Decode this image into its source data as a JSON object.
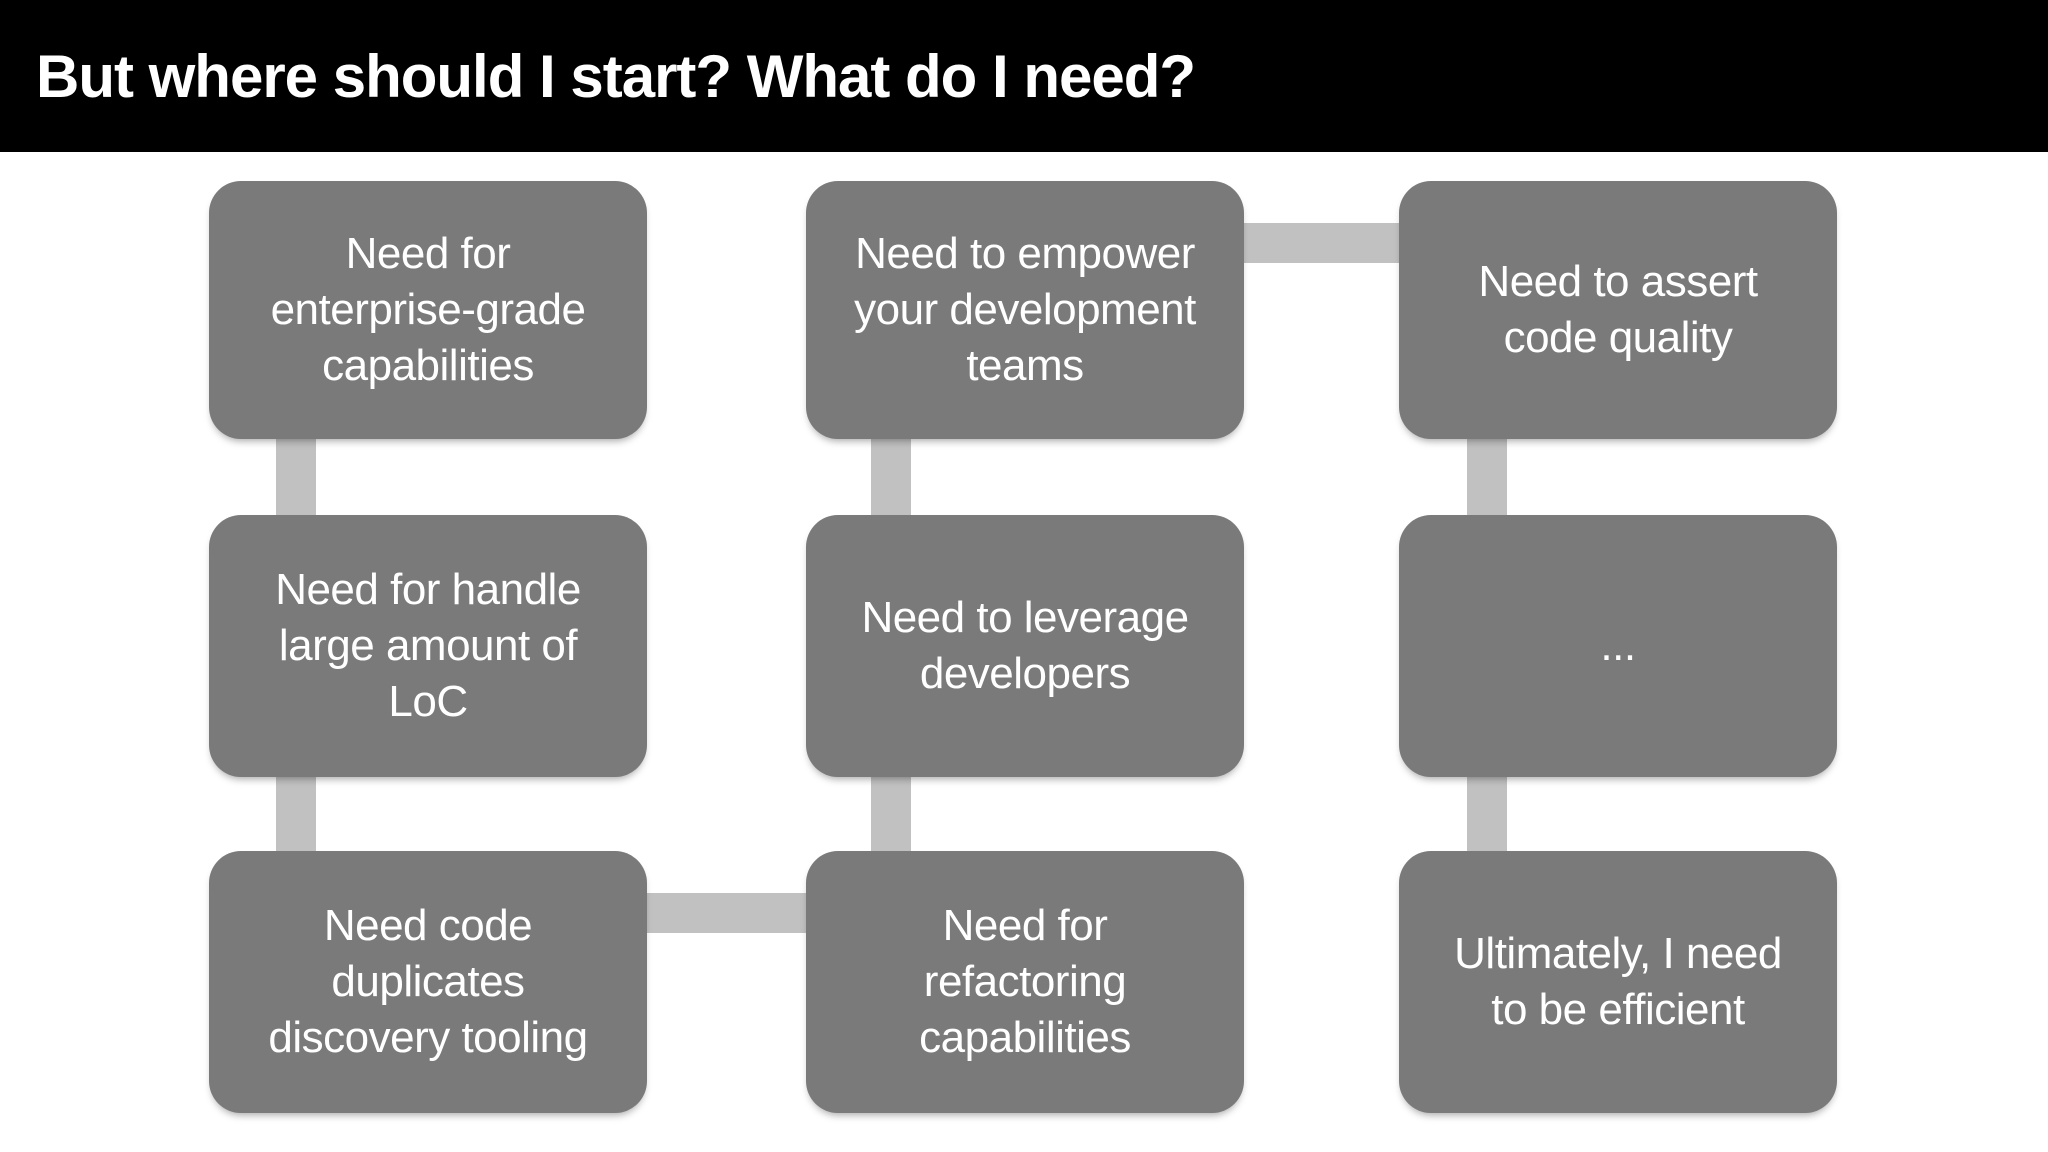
{
  "slide": {
    "title": "But where should I start? What do I need?"
  },
  "colors": {
    "header_bg": "#000000",
    "header_text": "#ffffff",
    "box_fill": "#7a7a7a",
    "box_text": "#ffffff",
    "connector_fill": "#c1c1c1",
    "background": "#ffffff"
  },
  "diagram": {
    "boxes": [
      {
        "id": "r1c1",
        "label": "Need for\nenterprise-grade\ncapabilities"
      },
      {
        "id": "r1c2",
        "label": "Need to empower\nyour development\nteams"
      },
      {
        "id": "r1c3",
        "label": "Need to assert\ncode quality"
      },
      {
        "id": "r2c1",
        "label": "Need for handle\nlarge amount of\nLoC"
      },
      {
        "id": "r2c2",
        "label": "Need to leverage\ndevelopers"
      },
      {
        "id": "r2c3",
        "label": "..."
      },
      {
        "id": "r3c1",
        "label": "Need code\nduplicates\ndiscovery tooling"
      },
      {
        "id": "r3c2",
        "label": "Need for\nrefactoring\ncapabilities"
      },
      {
        "id": "r3c3",
        "label": "Ultimately, I need\nto be efficient"
      }
    ],
    "connectors": [
      {
        "id": "v-col1-row1-2",
        "type": "vertical"
      },
      {
        "id": "v-col1-row2-3",
        "type": "vertical"
      },
      {
        "id": "v-col2-row1-2",
        "type": "vertical"
      },
      {
        "id": "v-col2-row2-3",
        "type": "vertical"
      },
      {
        "id": "v-col3-row1-2",
        "type": "vertical"
      },
      {
        "id": "v-col3-row2-3",
        "type": "vertical"
      },
      {
        "id": "h-row1-col2-3",
        "type": "horizontal"
      },
      {
        "id": "h-row3-col1-2",
        "type": "horizontal"
      }
    ]
  }
}
